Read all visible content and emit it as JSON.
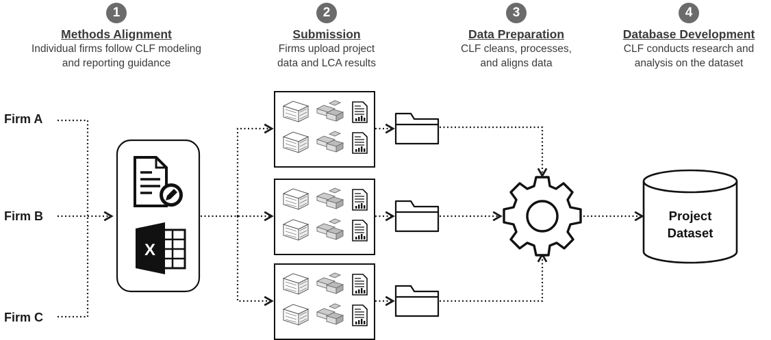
{
  "steps": [
    {
      "number": "1",
      "title": "Methods Alignment",
      "description": "Individual firms follow CLF modeling\nand reporting guidance"
    },
    {
      "number": "2",
      "title": "Submission",
      "description": "Firms upload project\ndata and LCA results"
    },
    {
      "number": "3",
      "title": "Data Preparation",
      "description": "CLF cleans, processes,\nand aligns data"
    },
    {
      "number": "4",
      "title": "Database Development",
      "description": "CLF conducts research and\nanalysis on the dataset"
    }
  ],
  "firms": [
    "Firm A",
    "Firm B",
    "Firm C"
  ],
  "database": {
    "label": "Project\nDataset"
  },
  "icons": {
    "guidance": [
      "document-edit-icon",
      "excel-icon"
    ],
    "submission": [
      "building-icon",
      "building-model-icon",
      "report-chart-icon"
    ],
    "folder": "folder-icon",
    "processing": "gear-icon",
    "database": "database-icon"
  },
  "colors": {
    "badge": "#6b6b6b",
    "stroke": "#1a1a1a",
    "text": "#3a3a3a"
  }
}
